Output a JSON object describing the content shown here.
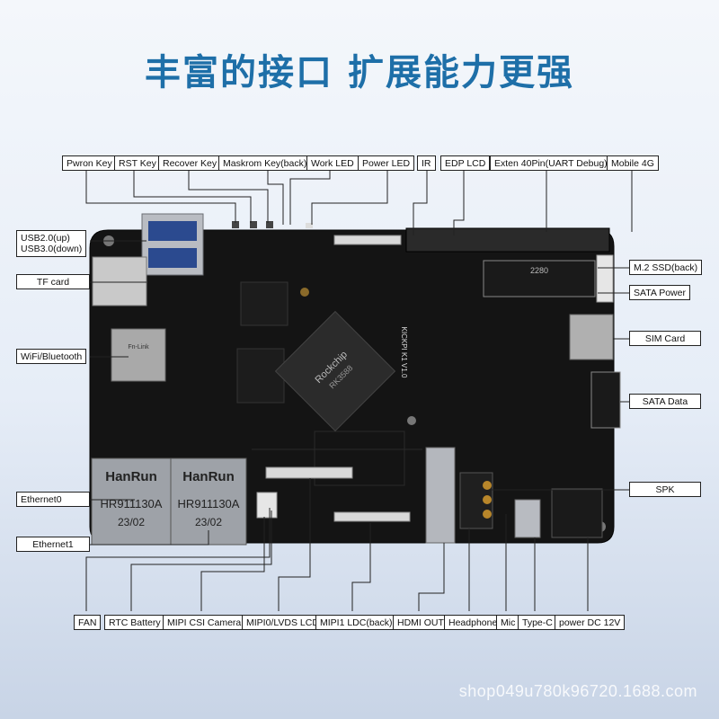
{
  "title": "丰富的接口 扩展能力更强",
  "labels": {
    "pwron_key": "Pwron Key",
    "rst_key": "RST Key",
    "recover_key": "Recover Key",
    "maskrom_key": "Maskrom Key(back)",
    "work_led": "Work LED",
    "power_led": "Power LED",
    "ir": "IR",
    "edp_lcd": "EDP LCD",
    "exten_40pin": "Exten 40Pin(UART Debug)",
    "mobile_4g": "Mobile 4G",
    "usb_up": "USB2.0(up)",
    "usb_down": "USB3.0(down)",
    "tf_card": "TF card",
    "wifi_bt": "WiFi/Bluetooth",
    "ethernet0": "Ethernet0",
    "ethernet1": "Ethernet1",
    "m2_ssd": "M.2 SSD(back)",
    "sata_power": "SATA Power",
    "sim_card": "SIM Card",
    "sata_data": "SATA Data",
    "spk": "SPK",
    "fan": "FAN",
    "rtc_battery": "RTC Battery",
    "mipi_csi": "MIPI CSI Camera",
    "mipi0_lvds": "MIPI0/LVDS LCD",
    "mipi1_ldc": "MIPI1 LDC(back)",
    "hdmi_out": "HDMI OUT",
    "headphone": "Headphone",
    "mic": "Mic",
    "type_c": "Type-C",
    "power_dc": "power DC 12V"
  },
  "board": {
    "soc_brand": "Rockchip",
    "soc_model": "RK3588",
    "board_name": "KICKPI K1 V1.0",
    "eth_brand": "HanRun",
    "eth_model": "HR911130A",
    "eth_date": "23/02",
    "ssd_slot_text": "2280",
    "wifi_module_text": "Fn-Link"
  },
  "watermark": "shop049u780k96720.1688.com",
  "colors": {
    "title": "#1e6fa8",
    "board": "#121212",
    "line": "#222222"
  }
}
